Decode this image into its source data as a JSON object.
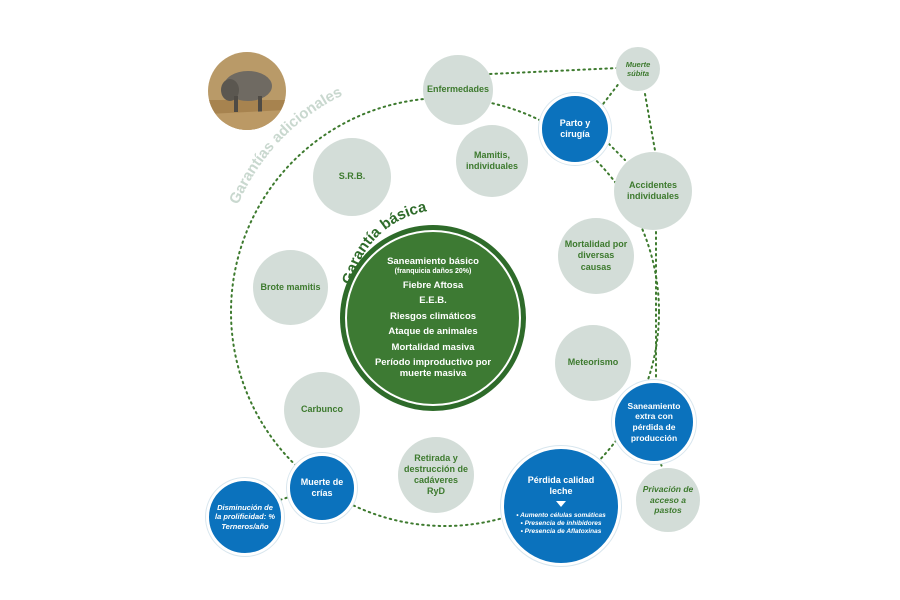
{
  "colors": {
    "green_dark": "#2e6b2a",
    "green_text": "#3d7a2e",
    "grey_circle": "#d3ddd8",
    "blue_circle": "#0b72bd",
    "dotted_line": "#3d7a2e"
  },
  "outer_ring_label": "Garantías adicionales",
  "center": {
    "title": "Garantía básica",
    "items": [
      {
        "text": "Saneamiento básico",
        "sub": "(franquicia daños 20%)"
      },
      {
        "text": "Fiebre Aftosa"
      },
      {
        "text": "E.E.B."
      },
      {
        "text": "Riesgos climáticos"
      },
      {
        "text": "Ataque de animales"
      },
      {
        "text": "Mortalidad masiva"
      },
      {
        "text": "Período improductivo por muerte masiva"
      }
    ]
  },
  "grey_nodes": {
    "enfermedades": "Enfermedades",
    "muerte_subita": "Muerte súbita",
    "mamitis": "Mamitis, individuales",
    "srb": "S.R.B.",
    "accidentes": "Accidentes individuales",
    "mortalidad": "Mortalidad por diversas causas",
    "brote_mamitis": "Brote mamitis",
    "meteorismo": "Meteorismo",
    "carbunco": "Carbunco",
    "retirada": "Retirada y destrucción de cadáveres RyD",
    "privacion": "Privación de acceso a pastos"
  },
  "blue_nodes": {
    "parto": "Parto y cirugía",
    "saneamiento_extra": "Saneamiento extra con pérdida de producción",
    "muerte_crias": "Muerte de crías",
    "disminucion": "Disminución de la prolificidad: % Terneros/año",
    "perdida_calidad": "Pérdida calidad leche",
    "perdida_bullets": [
      "• Aumento células somáticas",
      "• Presencia de inhibidores",
      "• Presencia de Aflatoxinas"
    ]
  }
}
